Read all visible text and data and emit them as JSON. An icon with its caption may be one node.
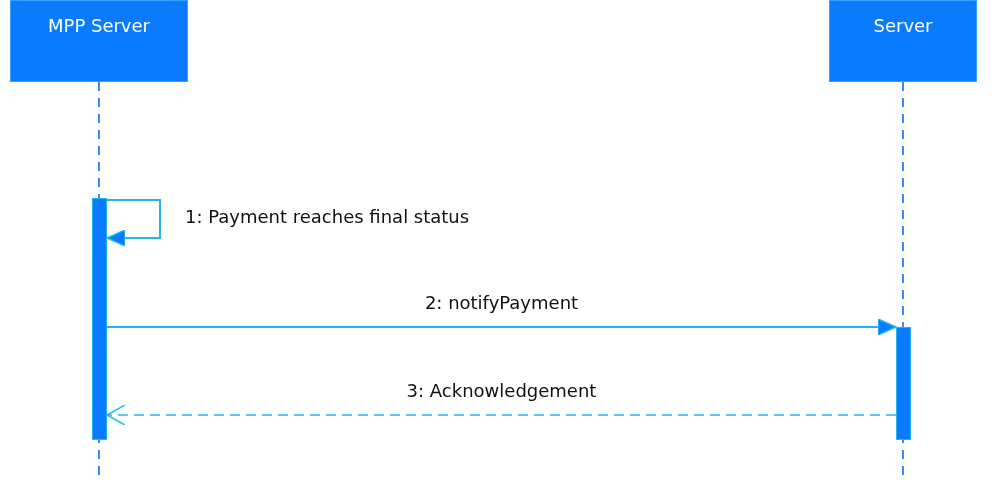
{
  "diagram": {
    "nodes": [
      {
        "text": [
          "MPP Server"
        ]
      },
      {
        "text": [
          "Server"
        ]
      },
      {
        "text": [],
        "shape": "bar"
      },
      {
        "text": [],
        "shape": "bar"
      }
    ],
    "edges": [
      {
        "from": 2,
        "to": 2,
        "arrow": "to",
        "label": "1: Payment reaches final status"
      },
      {
        "from": 2,
        "to": 3,
        "arrow": "to",
        "label": "2: notifyPayment"
      },
      {
        "from": 3,
        "to": 2,
        "arrow": "to",
        "label": "3: Acknowledgement",
        "style": "dashed"
      }
    ]
  }
}
